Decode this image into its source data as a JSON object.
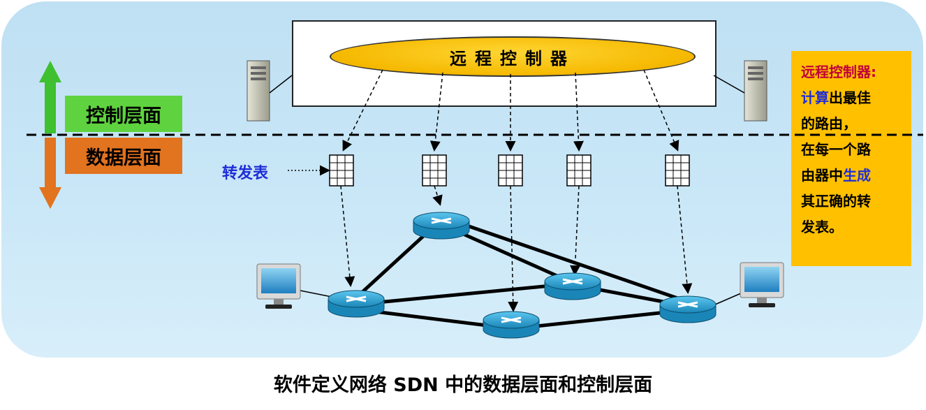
{
  "controller": {
    "label": "远程控制器"
  },
  "layers": {
    "control": "控制层面",
    "data": "数据层面"
  },
  "forwarding_table_label": "转发表",
  "side_note": {
    "line1": "远程控制器:",
    "line2_a": "计算",
    "line2_b": "出最佳",
    "line3": "的路由，",
    "line4": "在每一个路",
    "line5_a": "由器中",
    "line5_b": "生成",
    "line6": "其正确的转",
    "line7": "发表。"
  },
  "caption": "软件定义网络 SDN 中的数据层面和控制层面",
  "colors": {
    "panel_bg": "#c5e4f5",
    "controller_fill": "#f5b800",
    "control_layer": "#5fd33f",
    "data_layer": "#e2731f",
    "note_bg": "#ffc000",
    "highlight_blue": "#1f2dd8",
    "highlight_red": "#c0003a",
    "router_fill": "#2aa6d8"
  },
  "icons": [
    "server-icon",
    "router-icon",
    "monitor-icon",
    "forwarding-table-icon",
    "up-arrow-icon",
    "down-arrow-icon"
  ]
}
